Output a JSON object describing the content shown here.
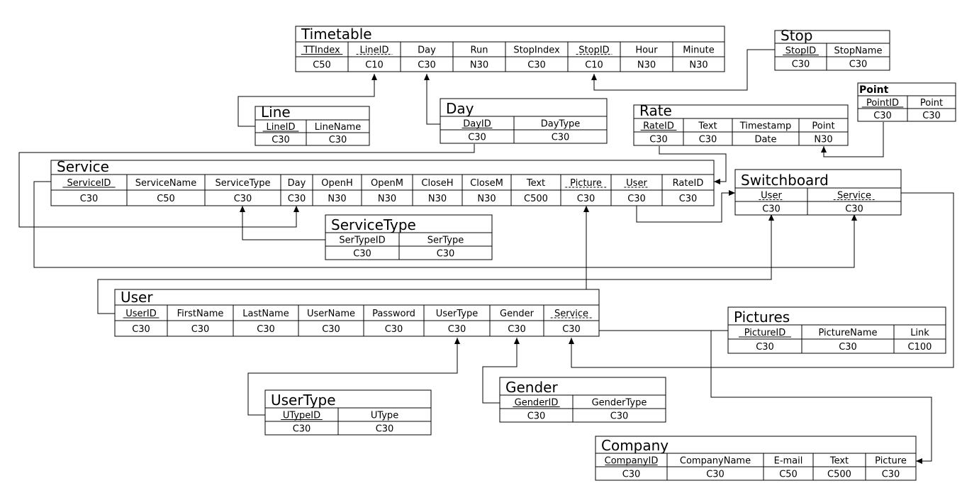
{
  "tables": [
    {
      "id": "timetable",
      "name": "Timetable",
      "columns": [
        {
          "name": "TTIndex",
          "type": "C50",
          "key": "pk"
        },
        {
          "name": "LineID",
          "type": "C10",
          "key": "fk"
        },
        {
          "name": "Day",
          "type": "C30"
        },
        {
          "name": "Run",
          "type": "N30"
        },
        {
          "name": "StopIndex",
          "type": "C30"
        },
        {
          "name": "StopID",
          "type": "C10",
          "key": "fk"
        },
        {
          "name": "Hour",
          "type": "N30"
        },
        {
          "name": "Minute",
          "type": "N30"
        }
      ]
    },
    {
      "id": "stop",
      "name": "Stop",
      "columns": [
        {
          "name": "StopID",
          "type": "C30",
          "key": "pk"
        },
        {
          "name": "StopName",
          "type": "C30"
        }
      ]
    },
    {
      "id": "point",
      "name": "Point",
      "columns": [
        {
          "name": "PointID",
          "type": "C30",
          "key": "pk"
        },
        {
          "name": "Point",
          "type": "C30"
        }
      ]
    },
    {
      "id": "line",
      "name": "Line",
      "columns": [
        {
          "name": "LineID",
          "type": "C30",
          "key": "pk"
        },
        {
          "name": "LineName",
          "type": "C30"
        }
      ]
    },
    {
      "id": "day",
      "name": "Day",
      "columns": [
        {
          "name": "DayID",
          "type": "C30",
          "key": "pk"
        },
        {
          "name": "DayType",
          "type": "C30"
        }
      ]
    },
    {
      "id": "rate",
      "name": "Rate",
      "columns": [
        {
          "name": "RateID",
          "type": "C30",
          "key": "pk"
        },
        {
          "name": "Text",
          "type": "C30"
        },
        {
          "name": "Timestamp",
          "type": "Date"
        },
        {
          "name": "Point",
          "type": "N30"
        }
      ]
    },
    {
      "id": "service",
      "name": "Service",
      "columns": [
        {
          "name": "ServiceID",
          "type": "C30",
          "key": "pk"
        },
        {
          "name": "ServiceName",
          "type": "C50"
        },
        {
          "name": "ServiceType",
          "type": "C30"
        },
        {
          "name": "Day",
          "type": "C30"
        },
        {
          "name": "OpenH",
          "type": "N30"
        },
        {
          "name": "OpenM",
          "type": "N30"
        },
        {
          "name": "CloseH",
          "type": "N30"
        },
        {
          "name": "CloseM",
          "type": "N30"
        },
        {
          "name": "Text",
          "type": "C500"
        },
        {
          "name": "Picture",
          "type": "C30",
          "key": "fk"
        },
        {
          "name": "User",
          "type": "C30",
          "key": "fk"
        },
        {
          "name": "RateID",
          "type": "C30"
        }
      ]
    },
    {
      "id": "switchboard",
      "name": "Switchboard",
      "columns": [
        {
          "name": "User",
          "type": "C30",
          "key": "fk"
        },
        {
          "name": "Service",
          "type": "C30",
          "key": "fk"
        }
      ]
    },
    {
      "id": "servicetype",
      "name": "ServiceType",
      "columns": [
        {
          "name": "SerTypeID",
          "type": "C30"
        },
        {
          "name": "SerType",
          "type": "C30"
        }
      ]
    },
    {
      "id": "user",
      "name": "User",
      "columns": [
        {
          "name": "UserID",
          "type": "C30",
          "key": "pk"
        },
        {
          "name": "FirstName",
          "type": "C30"
        },
        {
          "name": "LastName",
          "type": "C30"
        },
        {
          "name": "UserName",
          "type": "C30"
        },
        {
          "name": "Password",
          "type": "C30"
        },
        {
          "name": "UserType",
          "type": "C30"
        },
        {
          "name": "Gender",
          "type": "C30"
        },
        {
          "name": "Service",
          "type": "C30",
          "key": "fk"
        }
      ]
    },
    {
      "id": "pictures",
      "name": "Pictures",
      "columns": [
        {
          "name": "PictureID",
          "type": "C30",
          "key": "pk"
        },
        {
          "name": "PictureName",
          "type": "C30"
        },
        {
          "name": "Link",
          "type": "C100"
        }
      ]
    },
    {
      "id": "usertype",
      "name": "UserType",
      "columns": [
        {
          "name": "UTypeID",
          "type": "C30",
          "key": "pk"
        },
        {
          "name": "UType",
          "type": "C30"
        }
      ]
    },
    {
      "id": "gender",
      "name": "Gender",
      "columns": [
        {
          "name": "GenderID",
          "type": "C30",
          "key": "pk"
        },
        {
          "name": "GenderType",
          "type": "C30"
        }
      ]
    },
    {
      "id": "company",
      "name": "Company",
      "columns": [
        {
          "name": "CompanyID",
          "type": "C30",
          "key": "pk"
        },
        {
          "name": "CompanyName",
          "type": "C30"
        },
        {
          "name": "E-mail",
          "type": "C50"
        },
        {
          "name": "Text",
          "type": "C500"
        },
        {
          "name": "Picture",
          "type": "C30"
        }
      ]
    }
  ],
  "relationships": [
    {
      "from": "line.LineID",
      "to": "timetable.LineID"
    },
    {
      "from": "day.DayID",
      "to": "timetable.Day"
    },
    {
      "from": "stop.StopID",
      "to": "timetable.StopID"
    },
    {
      "from": "point.PointID",
      "to": "rate.Point"
    },
    {
      "from": "rate.RateID",
      "to": "service.RateID"
    },
    {
      "from": "day.DayID",
      "to": "service.Day"
    },
    {
      "from": "servicetype.SerTypeID",
      "to": "service.ServiceType"
    },
    {
      "from": "service.User",
      "to": "switchboard.User"
    },
    {
      "from": "service.ServiceID",
      "to": "switchboard.Service"
    },
    {
      "from": "user.UserID",
      "to": "switchboard.User"
    },
    {
      "from": "user.Service",
      "to": "service.Picture"
    },
    {
      "from": "switchboard.Service",
      "to": "user.Service"
    },
    {
      "from": "usertype.UTypeID",
      "to": "user.UserType"
    },
    {
      "from": "gender.GenderID",
      "to": "user.Gender"
    },
    {
      "from": "pictures.PictureID",
      "to": "company.Picture"
    }
  ]
}
